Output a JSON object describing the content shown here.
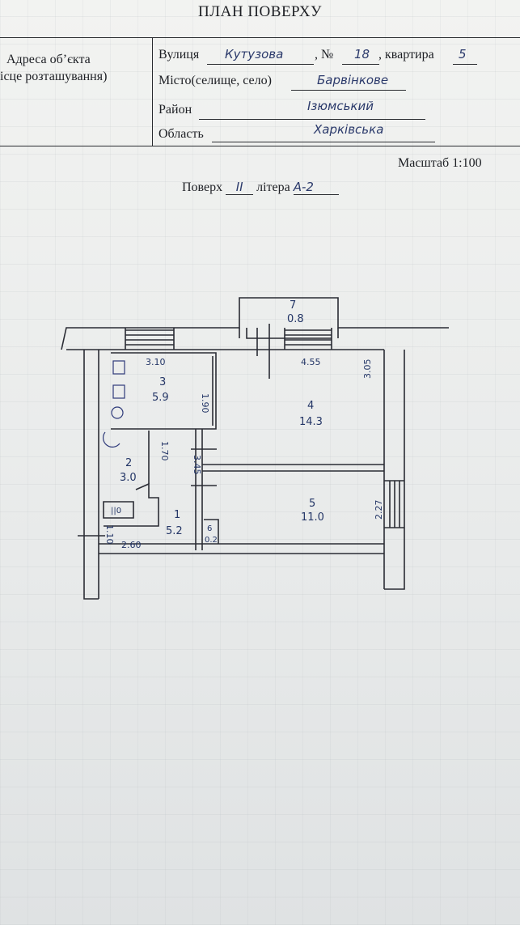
{
  "header": {
    "title": "ПЛАН ПОВЕРХУ"
  },
  "address": {
    "label_line1": "Адреса об’єкта",
    "label_line2": "ісце розташування)",
    "street_label": "Вулиця",
    "street_value": "Кутузова",
    "number_label": ", №",
    "number_value": "18",
    "apartment_label": ", квартира",
    "apartment_value": "5",
    "city_label": "Місто(селище, село)",
    "city_value": "Барвінкове",
    "district_label": "Район",
    "district_value": "Ізюмський",
    "region_label": "Область",
    "region_value": "Харківська"
  },
  "scale": {
    "text": "Масштаб 1:100"
  },
  "floor": {
    "floor_label": "Поверх",
    "floor_value": "II",
    "letter_label": "літера",
    "letter_value": "А-2"
  },
  "plan": {
    "rooms": [
      {
        "number": "1",
        "area": "5.2"
      },
      {
        "number": "2",
        "area": "3.0"
      },
      {
        "number": "3",
        "area": "5.9"
      },
      {
        "number": "4",
        "area": "14.3"
      },
      {
        "number": "5",
        "area": "11.0"
      },
      {
        "number": "6",
        "area": "0.2"
      },
      {
        "number": "7",
        "area": "0.8"
      }
    ],
    "dimensions": [
      "3.10",
      "4.55",
      "1.90",
      "3.05",
      "1.70",
      "3.45",
      "2.27",
      "1.10",
      "2.60"
    ],
    "fixture_label": "||0"
  }
}
